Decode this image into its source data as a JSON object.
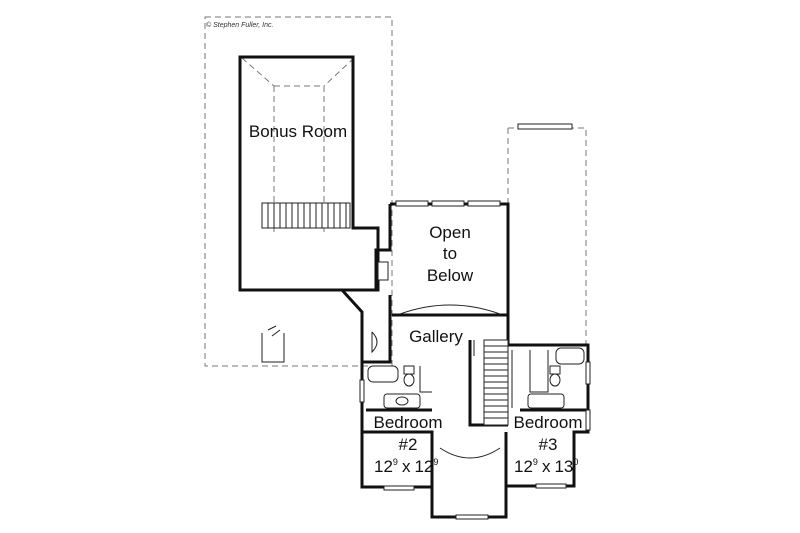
{
  "copyright": "© Stephen Fuller, Inc.",
  "rooms": {
    "bonus": {
      "name": "Bonus Room"
    },
    "open": {
      "line1": "Open",
      "line2": "to",
      "line3": "Below"
    },
    "gallery": {
      "name": "Gallery"
    },
    "bed2": {
      "name": "Bedroom",
      "number": "#2",
      "w": "12",
      "w_sup": "9",
      "x": "x",
      "d": "12",
      "d_sup": "9"
    },
    "bed3": {
      "name": "Bedroom",
      "number": "#3",
      "w": "12",
      "w_sup": "9",
      "x": "x",
      "d": "13",
      "d_sup": "0"
    }
  }
}
